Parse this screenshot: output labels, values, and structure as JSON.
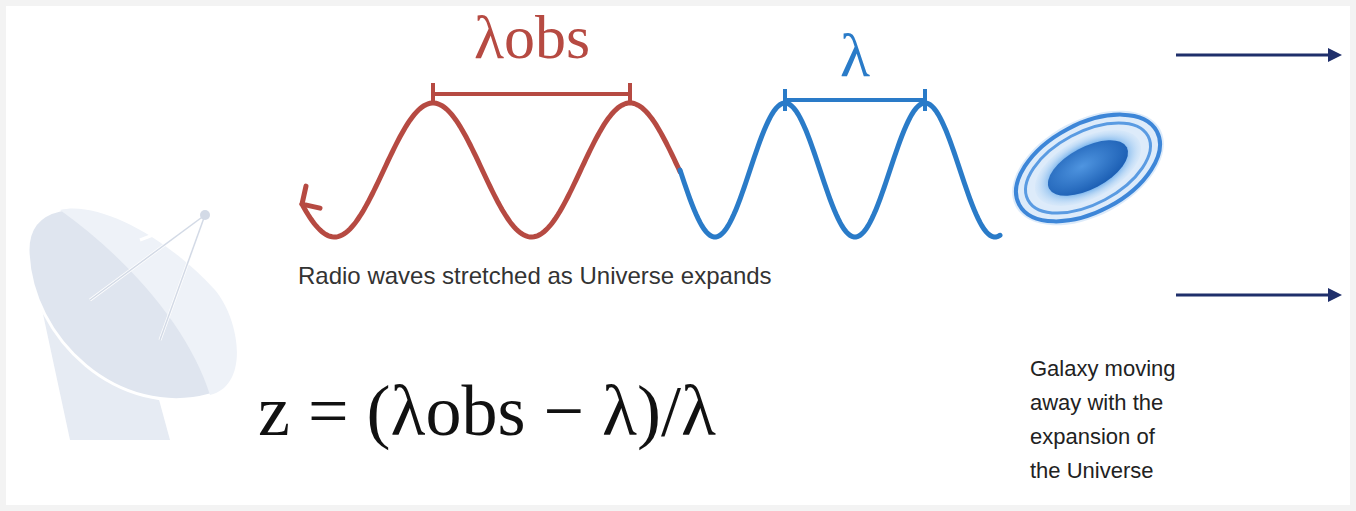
{
  "diagram": {
    "labels": [
      "λobs",
      "λ",
      "Radio waves stretched as Universe expands",
      "z = (λobs − λ)/λ",
      "Galaxy moving away with the expansion of the Universe"
    ]
  }
}
